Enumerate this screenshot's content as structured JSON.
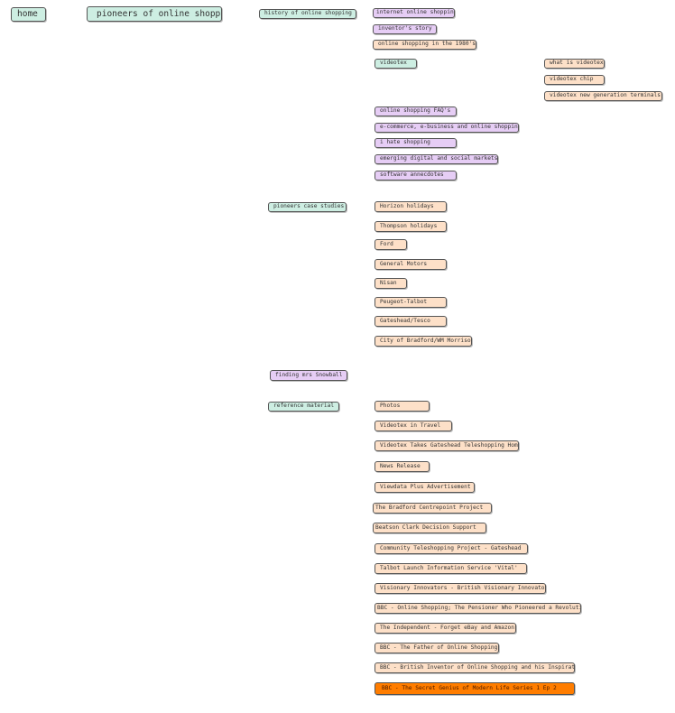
{
  "home": "home",
  "title": "pioneers of online shopping",
  "sections": {
    "history": "history of online shopping",
    "case_studies": "pioneers case studies",
    "snowball": "finding mrs Snowball",
    "reference": "reference material"
  },
  "history_items": [
    "internet online shopping",
    "inventor's story",
    "online shopping in the 1980's",
    "videotex",
    "online shopping FAQ's",
    "e-commerce, e-business and online shopping",
    "i hate shopping",
    "emerging digital and social markets",
    "software annecdotes"
  ],
  "videotex_items": [
    "what is videotex?",
    "videotex chip",
    "videotex new generation terminals"
  ],
  "case_items": [
    "Horizon holidays",
    "Thompson holidays",
    "Ford",
    "General Motors",
    "Nisan",
    "Peugeot-Talbot",
    "Gateshead/Tesco",
    "City of Bradford/WM Morrison"
  ],
  "reference_items": [
    "Photos",
    "Videotex in Travel",
    "Videotex Takes Gateshead Teleshopping Home",
    "News Release",
    "Viewdata Plus Advertisement",
    "The Bradford Centrepoint Project",
    "Beatson Clark Decision Support",
    "Community Teleshopping Project - Gateshead",
    "Talbot Launch Information Service 'Vital'",
    "Visionary Innovators - British Visionary Innovator",
    "BBC - Online Shopping; The Pensioner Who Pioneered a Revolution",
    "The Independent - Forget eBay and Amazon",
    "BBC - The Father of Online Shopping",
    "BBC - British Inventor of Online Shopping and his Inspiration",
    "BBC - The Secret Genius of Modern Life Series 1 Ep 2"
  ],
  "colors": {
    "green": "#cdeee2",
    "purple": "#e6cdf5",
    "peach": "#fde0c8",
    "highlight": "#ff7d00"
  }
}
